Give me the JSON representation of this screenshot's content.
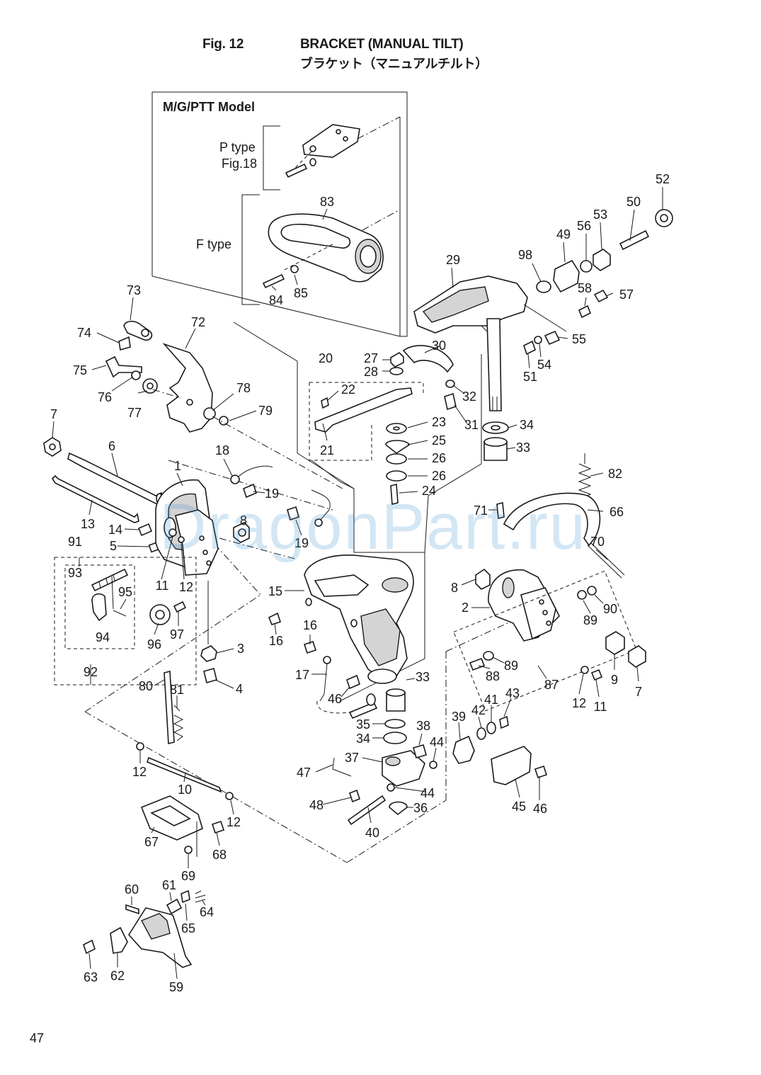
{
  "header": {
    "fig_label": "Fig. 12",
    "title_en": "BRACKET (MANUAL TILT)",
    "title_jp": "ブラケット（マニュアルチルト）"
  },
  "inset": {
    "model_label": "M/G/PTT Model",
    "p_type_label": "P type",
    "p_type_ref": "Fig.18",
    "f_type_label": "F type"
  },
  "watermark": "DragonPart.ru",
  "page_number": "47",
  "callouts": [
    {
      "id": "c83",
      "text": "83"
    },
    {
      "id": "c84",
      "text": "84"
    },
    {
      "id": "c85",
      "text": "85"
    },
    {
      "id": "c73",
      "text": "73"
    },
    {
      "id": "c72",
      "text": "72"
    },
    {
      "id": "c74",
      "text": "74"
    },
    {
      "id": "c75",
      "text": "75"
    },
    {
      "id": "c76",
      "text": "76"
    },
    {
      "id": "c77",
      "text": "77"
    },
    {
      "id": "c78",
      "text": "78"
    },
    {
      "id": "c79",
      "text": "79"
    },
    {
      "id": "c7a",
      "text": "7"
    },
    {
      "id": "c6",
      "text": "6"
    },
    {
      "id": "c1",
      "text": "1"
    },
    {
      "id": "c13",
      "text": "13"
    },
    {
      "id": "c14",
      "text": "14"
    },
    {
      "id": "c5",
      "text": "5"
    },
    {
      "id": "c91",
      "text": "91"
    },
    {
      "id": "c93",
      "text": "93"
    },
    {
      "id": "c95",
      "text": "95"
    },
    {
      "id": "c94",
      "text": "94"
    },
    {
      "id": "c92",
      "text": "92"
    },
    {
      "id": "c11a",
      "text": "11"
    },
    {
      "id": "c12a",
      "text": "12"
    },
    {
      "id": "c96",
      "text": "96"
    },
    {
      "id": "c97",
      "text": "97"
    },
    {
      "id": "c3",
      "text": "3"
    },
    {
      "id": "c4",
      "text": "4"
    },
    {
      "id": "c18",
      "text": "18"
    },
    {
      "id": "c19a",
      "text": "19"
    },
    {
      "id": "c19b",
      "text": "19"
    },
    {
      "id": "c8a",
      "text": "8"
    },
    {
      "id": "c15",
      "text": "15"
    },
    {
      "id": "c16a",
      "text": "16"
    },
    {
      "id": "c16b",
      "text": "16"
    },
    {
      "id": "c17",
      "text": "17"
    },
    {
      "id": "c46a",
      "text": "46"
    },
    {
      "id": "c20",
      "text": "20"
    },
    {
      "id": "c22",
      "text": "22"
    },
    {
      "id": "c21",
      "text": "21"
    },
    {
      "id": "c27",
      "text": "27"
    },
    {
      "id": "c28",
      "text": "28"
    },
    {
      "id": "c23",
      "text": "23"
    },
    {
      "id": "c25",
      "text": "25"
    },
    {
      "id": "c26a",
      "text": "26"
    },
    {
      "id": "c26b",
      "text": "26"
    },
    {
      "id": "c24",
      "text": "24"
    },
    {
      "id": "c29",
      "text": "29"
    },
    {
      "id": "c30",
      "text": "30"
    },
    {
      "id": "c32",
      "text": "32"
    },
    {
      "id": "c31",
      "text": "31"
    },
    {
      "id": "c34a",
      "text": "34"
    },
    {
      "id": "c33a",
      "text": "33"
    },
    {
      "id": "c98",
      "text": "98"
    },
    {
      "id": "c49",
      "text": "49"
    },
    {
      "id": "c56",
      "text": "56"
    },
    {
      "id": "c53",
      "text": "53"
    },
    {
      "id": "c50",
      "text": "50"
    },
    {
      "id": "c52",
      "text": "52"
    },
    {
      "id": "c58",
      "text": "58"
    },
    {
      "id": "c57",
      "text": "57"
    },
    {
      "id": "c55",
      "text": "55"
    },
    {
      "id": "c51",
      "text": "51"
    },
    {
      "id": "c54",
      "text": "54"
    },
    {
      "id": "c82",
      "text": "82"
    },
    {
      "id": "c71",
      "text": "71"
    },
    {
      "id": "c66",
      "text": "66"
    },
    {
      "id": "c70",
      "text": "70"
    },
    {
      "id": "c8b",
      "text": "8"
    },
    {
      "id": "c2",
      "text": "2"
    },
    {
      "id": "c89a",
      "text": "89"
    },
    {
      "id": "c90",
      "text": "90"
    },
    {
      "id": "c88",
      "text": "88"
    },
    {
      "id": "c89b",
      "text": "89"
    },
    {
      "id": "c87",
      "text": "87"
    },
    {
      "id": "c12b",
      "text": "12"
    },
    {
      "id": "c11b",
      "text": "11"
    },
    {
      "id": "c9",
      "text": "9"
    },
    {
      "id": "c7b",
      "text": "7"
    },
    {
      "id": "c33b",
      "text": "33"
    },
    {
      "id": "c35",
      "text": "35"
    },
    {
      "id": "c34b",
      "text": "34"
    },
    {
      "id": "c38",
      "text": "38"
    },
    {
      "id": "c37",
      "text": "37"
    },
    {
      "id": "c47",
      "text": "47"
    },
    {
      "id": "c44a",
      "text": "44"
    },
    {
      "id": "c44b",
      "text": "44"
    },
    {
      "id": "c48",
      "text": "48"
    },
    {
      "id": "c36",
      "text": "36"
    },
    {
      "id": "c40",
      "text": "40"
    },
    {
      "id": "c39",
      "text": "39"
    },
    {
      "id": "c42",
      "text": "42"
    },
    {
      "id": "c41",
      "text": "41"
    },
    {
      "id": "c43",
      "text": "43"
    },
    {
      "id": "c45",
      "text": "45"
    },
    {
      "id": "c46b",
      "text": "46"
    },
    {
      "id": "c80",
      "text": "80"
    },
    {
      "id": "c81",
      "text": "81"
    },
    {
      "id": "c12c",
      "text": "12"
    },
    {
      "id": "c10",
      "text": "10"
    },
    {
      "id": "c12d",
      "text": "12"
    },
    {
      "id": "c67",
      "text": "67"
    },
    {
      "id": "c68",
      "text": "68"
    },
    {
      "id": "c69",
      "text": "69"
    },
    {
      "id": "c60",
      "text": "60"
    },
    {
      "id": "c61",
      "text": "61"
    },
    {
      "id": "c64",
      "text": "64"
    },
    {
      "id": "c65",
      "text": "65"
    },
    {
      "id": "c63",
      "text": "63"
    },
    {
      "id": "c62",
      "text": "62"
    },
    {
      "id": "c59",
      "text": "59"
    }
  ]
}
